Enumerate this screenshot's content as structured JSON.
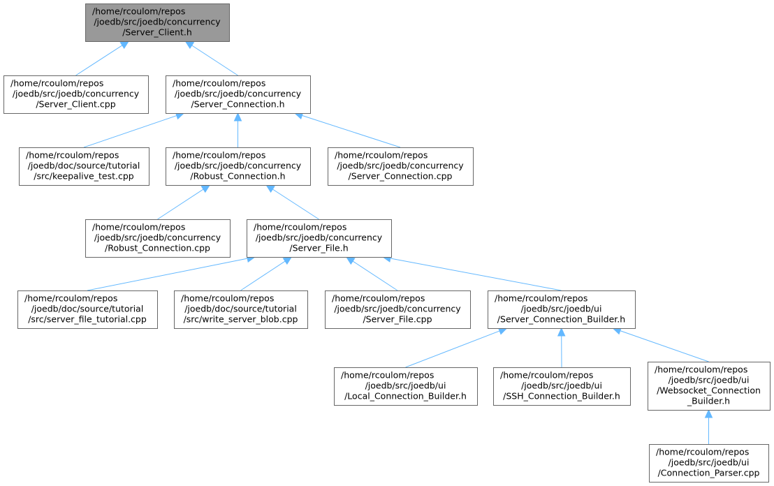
{
  "nodes": [
    {
      "id": "server_client_h",
      "lines": [
        "/home/rcoulom/repos",
        "/joedb/src/joedb/concurrency",
        "/Server_Client.h"
      ],
      "root": true
    },
    {
      "id": "server_client_cpp",
      "lines": [
        "/home/rcoulom/repos",
        "/joedb/src/joedb/concurrency",
        "/Server_Client.cpp"
      ]
    },
    {
      "id": "server_connection_h",
      "lines": [
        "/home/rcoulom/repos",
        "/joedb/src/joedb/concurrency",
        "/Server_Connection.h"
      ]
    },
    {
      "id": "keepalive_test_cpp",
      "lines": [
        "/home/rcoulom/repos",
        "/joedb/doc/source/tutorial",
        "/src/keepalive_test.cpp"
      ]
    },
    {
      "id": "robust_connection_h",
      "lines": [
        "/home/rcoulom/repos",
        "/joedb/src/joedb/concurrency",
        "/Robust_Connection.h"
      ]
    },
    {
      "id": "server_connection_cpp",
      "lines": [
        "/home/rcoulom/repos",
        "/joedb/src/joedb/concurrency",
        "/Server_Connection.cpp"
      ]
    },
    {
      "id": "robust_connection_cpp",
      "lines": [
        "/home/rcoulom/repos",
        "/joedb/src/joedb/concurrency",
        "/Robust_Connection.cpp"
      ]
    },
    {
      "id": "server_file_h",
      "lines": [
        "/home/rcoulom/repos",
        "/joedb/src/joedb/concurrency",
        "/Server_File.h"
      ]
    },
    {
      "id": "server_file_tutorial_cpp",
      "lines": [
        "/home/rcoulom/repos",
        "/joedb/doc/source/tutorial",
        "/src/server_file_tutorial.cpp"
      ]
    },
    {
      "id": "write_server_blob_cpp",
      "lines": [
        "/home/rcoulom/repos",
        "/joedb/doc/source/tutorial",
        "/src/write_server_blob.cpp"
      ]
    },
    {
      "id": "server_file_cpp",
      "lines": [
        "/home/rcoulom/repos",
        "/joedb/src/joedb/concurrency",
        "/Server_File.cpp"
      ]
    },
    {
      "id": "server_connection_builder_h",
      "lines": [
        "/home/rcoulom/repos",
        "/joedb/src/joedb/ui",
        "/Server_Connection_Builder.h"
      ]
    },
    {
      "id": "local_connection_builder_h",
      "lines": [
        "/home/rcoulom/repos",
        "/joedb/src/joedb/ui",
        "/Local_Connection_Builder.h"
      ]
    },
    {
      "id": "ssh_connection_builder_h",
      "lines": [
        "/home/rcoulom/repos",
        "/joedb/src/joedb/ui",
        "/SSH_Connection_Builder.h"
      ]
    },
    {
      "id": "websocket_connection_builder_h",
      "lines": [
        "/home/rcoulom/repos",
        "/joedb/src/joedb/ui",
        "/Websocket_Connection",
        "_Builder.h"
      ]
    },
    {
      "id": "connection_parser_cpp",
      "lines": [
        "/home/rcoulom/repos",
        "/joedb/src/joedb/ui",
        "/Connection_Parser.cpp"
      ]
    }
  ],
  "edges": [
    {
      "from": "server_client_cpp",
      "to": "server_client_h"
    },
    {
      "from": "server_connection_h",
      "to": "server_client_h"
    },
    {
      "from": "keepalive_test_cpp",
      "to": "server_connection_h"
    },
    {
      "from": "robust_connection_h",
      "to": "server_connection_h"
    },
    {
      "from": "server_connection_cpp",
      "to": "server_connection_h"
    },
    {
      "from": "robust_connection_cpp",
      "to": "robust_connection_h"
    },
    {
      "from": "server_file_h",
      "to": "robust_connection_h"
    },
    {
      "from": "server_file_tutorial_cpp",
      "to": "server_file_h"
    },
    {
      "from": "write_server_blob_cpp",
      "to": "server_file_h"
    },
    {
      "from": "server_file_cpp",
      "to": "server_file_h"
    },
    {
      "from": "server_connection_builder_h",
      "to": "server_file_h"
    },
    {
      "from": "local_connection_builder_h",
      "to": "server_connection_builder_h"
    },
    {
      "from": "ssh_connection_builder_h",
      "to": "server_connection_builder_h"
    },
    {
      "from": "websocket_connection_builder_h",
      "to": "server_connection_builder_h"
    },
    {
      "from": "connection_parser_cpp",
      "to": "websocket_connection_builder_h"
    }
  ],
  "colors": {
    "root_fill": "#999999",
    "node_fill": "#ffffff",
    "node_border": "#666666",
    "edge": "#63b8ff"
  }
}
